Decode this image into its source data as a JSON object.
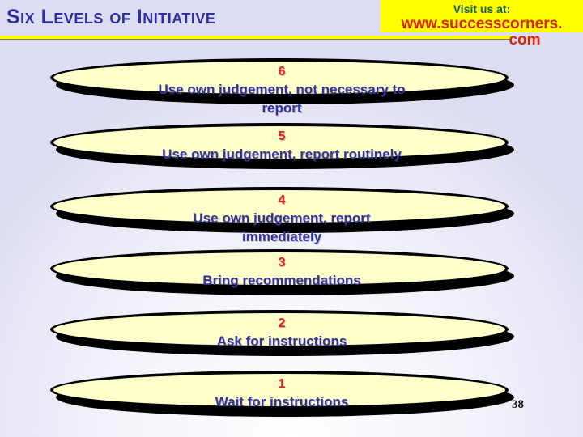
{
  "slide": {
    "title": "Six Levels of Initiative",
    "promo": {
      "visit_label": "Visit us at:",
      "url_line1": "www.successcorners.",
      "url_line2": "com"
    },
    "slide_number": "38",
    "colors": {
      "title_blue": "#2e2e9f",
      "highlight_yellow": "#ffff00",
      "underline_shadow_olive": "#7c7c5e",
      "visit_teal": "#176060",
      "url_red": "#dd2200",
      "level_number_red": "#e01f1f",
      "level_text_blue": "#333399",
      "ellipse_fill": "#ffffcc",
      "ellipse_border": "#000000"
    },
    "levels": [
      {
        "number": "6",
        "line1": "Use own judgement, not necessary to",
        "line2": "report"
      },
      {
        "number": "5",
        "line1": "Use own judgement, report routinely",
        "line2": ""
      },
      {
        "number": "4",
        "line1": "Use own judgement, report",
        "line2": "immediately"
      },
      {
        "number": "3",
        "line1": "Bring recommendations",
        "line2": ""
      },
      {
        "number": "2",
        "line1": "Ask for instructions",
        "line2": ""
      },
      {
        "number": "1",
        "line1": "Wait for instructions",
        "line2": ""
      }
    ]
  }
}
